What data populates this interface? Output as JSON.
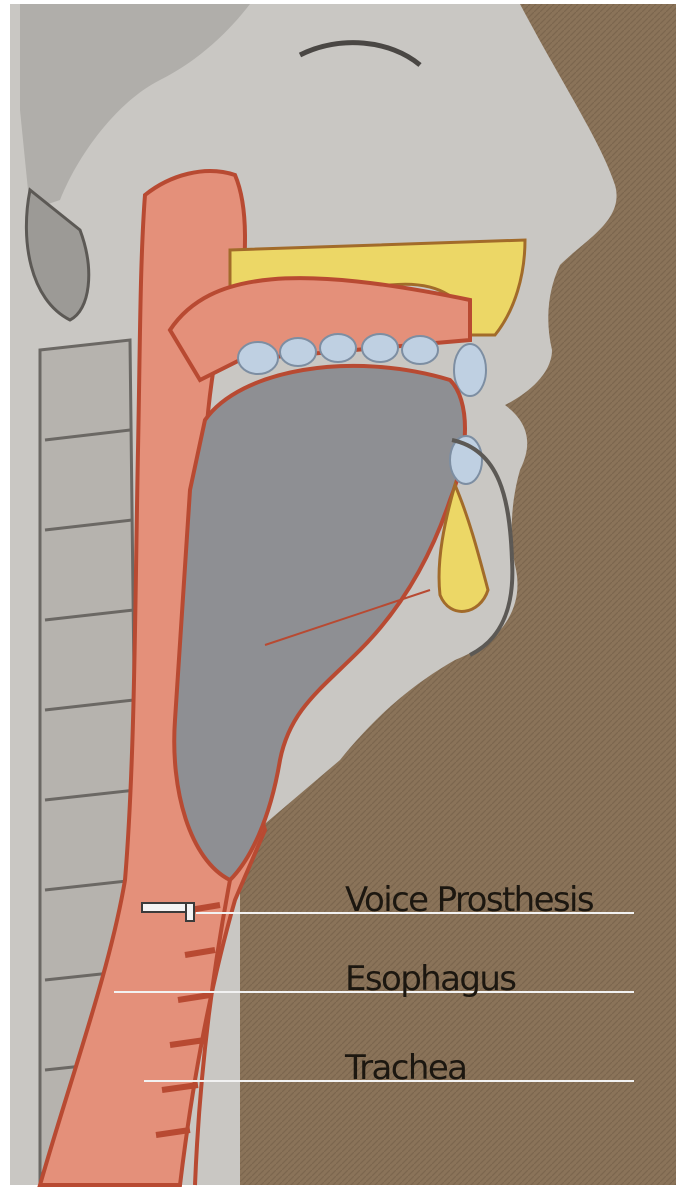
{
  "labels": {
    "voice_prosthesis": "Voice Prosthesis",
    "esophagus": "Esophagus",
    "trachea": "Trachea"
  },
  "colors": {
    "background": "#8a7359",
    "skin": "#c9c7c3",
    "tissue": "#e4907a",
    "tissue_dark": "#b84a32",
    "tongue": "#8e8f93",
    "bone": "#ecd766",
    "teeth": "#bfd0e2",
    "leader_line": "#f2f2f2"
  }
}
